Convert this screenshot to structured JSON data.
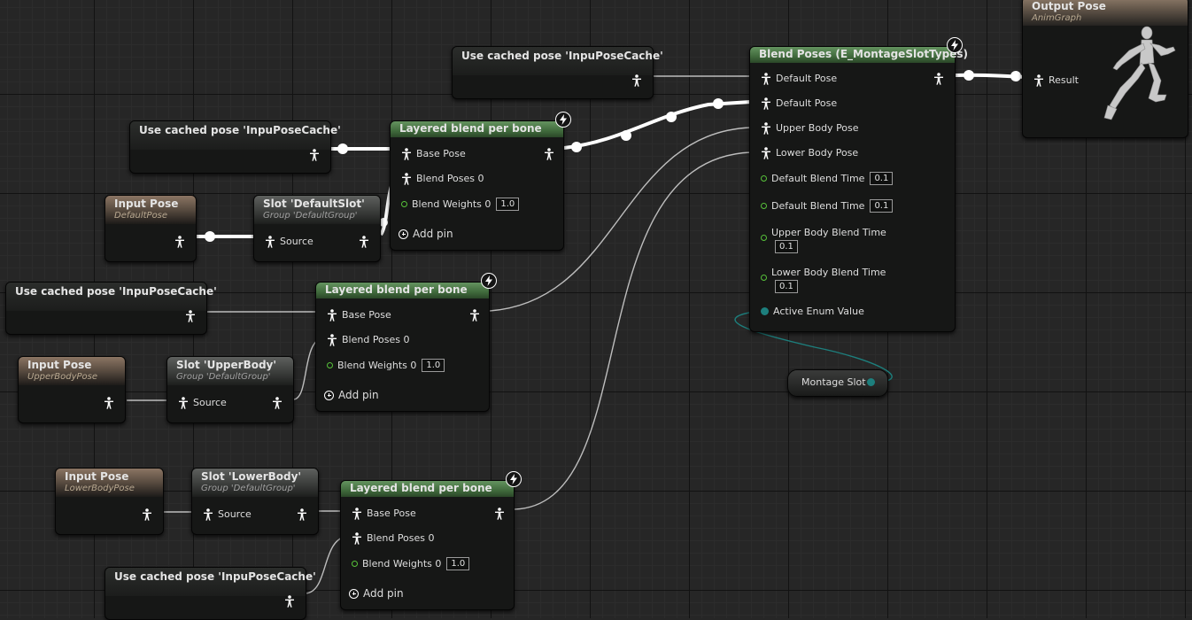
{
  "colors": {
    "grid_background": "#262626",
    "green_header": "#406a3c",
    "input_header": "#8b7563",
    "float_pin": "#57c23a",
    "enum_pin": "#1d7f7d",
    "exec_wire": "#ffffff"
  },
  "icons": {
    "pose_pin": "pose-figure-icon",
    "float_pin": "float-pin-circle-icon",
    "enum_pin": "enum-pin-dot-icon",
    "add_pin": "plus-circle-icon",
    "fast_path": "lightning-bolt-icon",
    "preview": "mannequin-icon"
  },
  "graph": {
    "cached_pose_1": {
      "title": "Use cached pose 'InpuPoseCache'"
    },
    "cached_pose_2": {
      "title": "Use cached pose 'InpuPoseCache'"
    },
    "cached_pose_3": {
      "title": "Use cached pose 'InpuPoseCache'"
    },
    "cached_pose_4": {
      "title": "Use cached pose 'InpuPoseCache'"
    },
    "input_default": {
      "title": "Input Pose",
      "subtitle": "DefaultPose"
    },
    "input_upper": {
      "title": "Input Pose",
      "subtitle": "UpperBodyPose"
    },
    "input_lower": {
      "title": "Input Pose",
      "subtitle": "LowerBodyPose"
    },
    "slot_default": {
      "title": "Slot 'DefaultSlot'",
      "subtitle": "Group 'DefaultGroup'",
      "pin": "Source"
    },
    "slot_upper": {
      "title": "Slot 'UpperBody'",
      "subtitle": "Group 'DefaultGroup'",
      "pin": "Source"
    },
    "slot_lower": {
      "title": "Slot 'LowerBody'",
      "subtitle": "Group 'DefaultGroup'",
      "pin": "Source"
    },
    "layered_1": {
      "title": "Layered blend per bone",
      "base_pose": "Base Pose",
      "blend_poses": "Blend Poses 0",
      "blend_weights": "Blend Weights 0",
      "weight_value": "1.0",
      "add_pin": "Add pin"
    },
    "layered_2": {
      "title": "Layered blend per bone",
      "base_pose": "Base Pose",
      "blend_poses": "Blend Poses 0",
      "blend_weights": "Blend Weights 0",
      "weight_value": "1.0",
      "add_pin": "Add pin"
    },
    "layered_3": {
      "title": "Layered blend per bone",
      "base_pose": "Base Pose",
      "blend_poses": "Blend Poses 0",
      "blend_weights": "Blend Weights 0",
      "weight_value": "1.0",
      "add_pin": "Add pin"
    },
    "blend_enum": {
      "title": "Blend Poses (E_MontageSlotTypes)",
      "pose_pins": [
        "Default Pose",
        "Default Pose",
        "Upper Body Pose",
        "Lower Body Pose"
      ],
      "time_pins": [
        {
          "label": "Default Blend Time",
          "value": "0.1"
        },
        {
          "label": "Default Blend Time",
          "value": "0.1"
        },
        {
          "label": "Upper Body Blend Time",
          "value": "0.1"
        },
        {
          "label": "Lower Body Blend Time",
          "value": "0.1"
        }
      ],
      "active_enum": "Active Enum Value"
    },
    "montage_slot": {
      "label": "Montage Slot"
    },
    "output_pose": {
      "title": "Output Pose",
      "subtitle": "AnimGraph",
      "pin": "Result"
    }
  }
}
